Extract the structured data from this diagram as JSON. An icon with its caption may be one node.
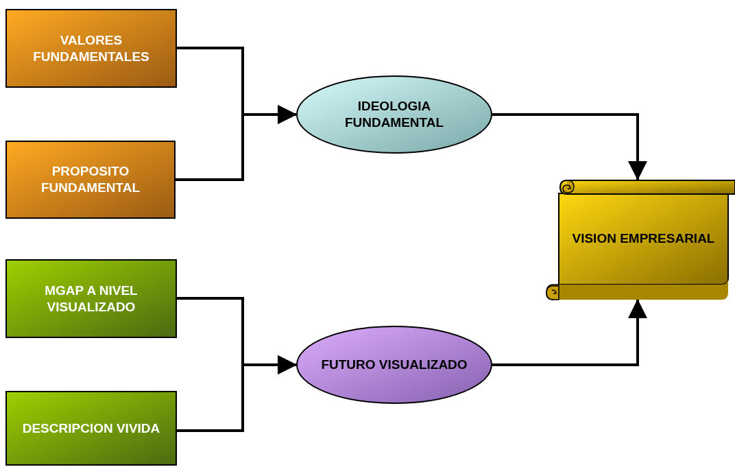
{
  "diagram": {
    "nodes": [
      {
        "text": [
          "VALORES FUNDAMENTALES"
        ]
      },
      {
        "text": [
          "PROPOSITO FUNDAMENTAL"
        ]
      },
      {
        "text": [
          "IDEOLOGIA FUNDAMENTAL"
        ]
      },
      {
        "text": [
          "VISION EMPRESARIAL"
        ]
      },
      {
        "text": [
          "MGAP A NIVEL VISUALIZADO"
        ]
      },
      {
        "text": [
          "DESCRIPCION VIVIDA"
        ]
      },
      {
        "text": [
          "FUTURO VISUALIZADO"
        ]
      }
    ],
    "edges": [
      {
        "from": 0,
        "to": 2,
        "arrow": "to"
      },
      {
        "from": 1,
        "to": 2,
        "arrow": "to"
      },
      {
        "from": 2,
        "to": 3,
        "arrow": "to"
      },
      {
        "from": 4,
        "to": 6,
        "arrow": "to"
      },
      {
        "from": 5,
        "to": 6,
        "arrow": "to"
      },
      {
        "from": 6,
        "to": 3,
        "arrow": "to"
      }
    ]
  }
}
